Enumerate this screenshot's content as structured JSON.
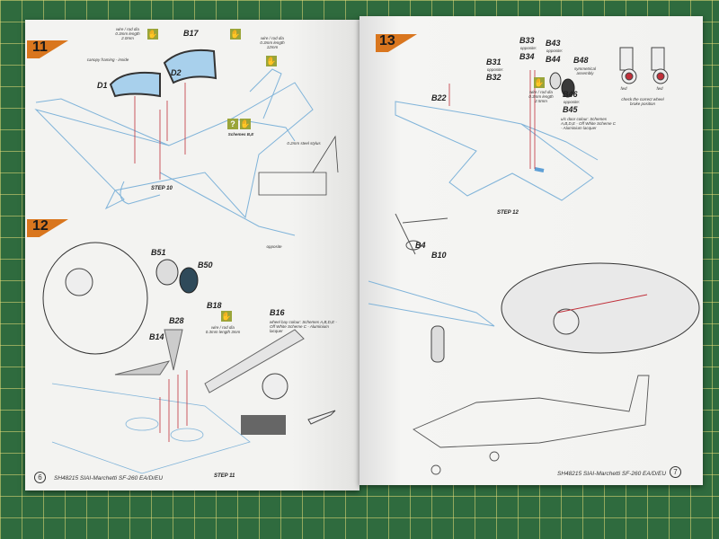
{
  "left_page": {
    "step11": {
      "number": "11",
      "labels": {
        "b17": "B17",
        "d1": "D1",
        "d2": "D2"
      },
      "notes": {
        "wire1": "wire / rod dia 0.3mm length 2.0mm",
        "canopy": "canopy framing - inside",
        "wire2": "wire / rod dia 0.3mm length 12mm",
        "schemes": "Schemes B,E",
        "aerial": "0.2mm steel stylus"
      },
      "caption": "STEP 10"
    },
    "step12": {
      "number": "12",
      "labels": {
        "b51": "B51",
        "b50": "B50",
        "b18": "B18",
        "b28": "B28",
        "b14": "B14",
        "b16": "B16"
      },
      "notes": {
        "wire": "wire / rod dia 0.3mm length 3mm",
        "bay": "wheel bay colour: Schemes A,B,D,E - Off White Scheme C - Aluminium lacquer",
        "opposite": "opposite"
      },
      "caption": "STEP 11"
    },
    "page_number": "6",
    "footer": "SH48215 SIAI-Marchetti SF-260 EA/D/EU"
  },
  "right_page": {
    "step13": {
      "number": "13",
      "labels": {
        "b33": "B33",
        "opp1": "opposite:",
        "b34": "B34",
        "b43": "B43",
        "opp2": "opposite:",
        "b44": "B44",
        "b48": "B48",
        "b31": "B31",
        "opp3": "opposite:",
        "b32": "B32",
        "b46": "B46",
        "opp4": "opposite:",
        "b45": "B45",
        "b22": "B22",
        "b4": "B4",
        "b10": "B10"
      },
      "notes": {
        "symmetrical": "symmetrical assembly",
        "wire": "wire / rod dia 0.3mm length 2.5mm",
        "door": "u/c door colour: Schemes A,B,D,E - Off White Scheme C - Aluminium lacquer",
        "check": "check the correct wheel brake position",
        "fwd1": "fwd",
        "fwd2": "fwd"
      },
      "caption": "STEP 12"
    },
    "page_number": "7",
    "footer": "SH48215 SIAI-Marchetti SF-260 EA/D/EU"
  },
  "colors": {
    "step_flag": "#d9761e",
    "icon": "#9aa53a",
    "line_art": "#7fb3d9",
    "arrow": "#c0303a",
    "mat": "#2f6b3e"
  }
}
